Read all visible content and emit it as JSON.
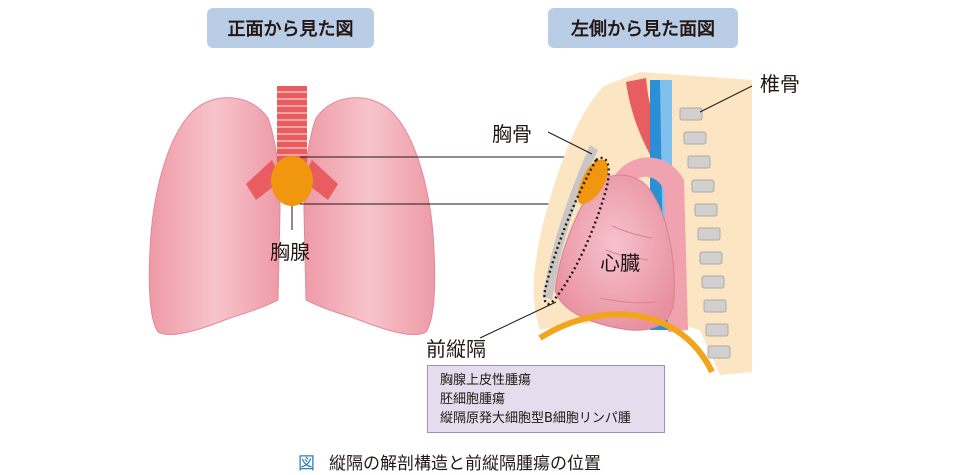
{
  "headers": {
    "front_view": "正面から見た図",
    "side_view": "左側から見た面図"
  },
  "labels": {
    "vertebra": "椎骨",
    "sternum": "胸骨",
    "thymus": "胸腺",
    "heart": "心臓",
    "anterior_mediastinum": "前縦隔"
  },
  "tumor_list": [
    "胸腺上皮性腫瘍",
    "胚細胞腫瘍",
    "縦隔原発大細胞型B細胞リンパ腫"
  ],
  "caption": {
    "fig_label": "図",
    "text": "縦隔の解剖構造と前縦隔腫瘍の位置"
  },
  "colors": {
    "header_bg": "#b9cde6",
    "lung": "#f1a7b2",
    "thymus": "#f0960f",
    "trachea": "#e85a5a",
    "aorta_blue": "#2b8fd6",
    "legend_bg": "#e5dced"
  }
}
